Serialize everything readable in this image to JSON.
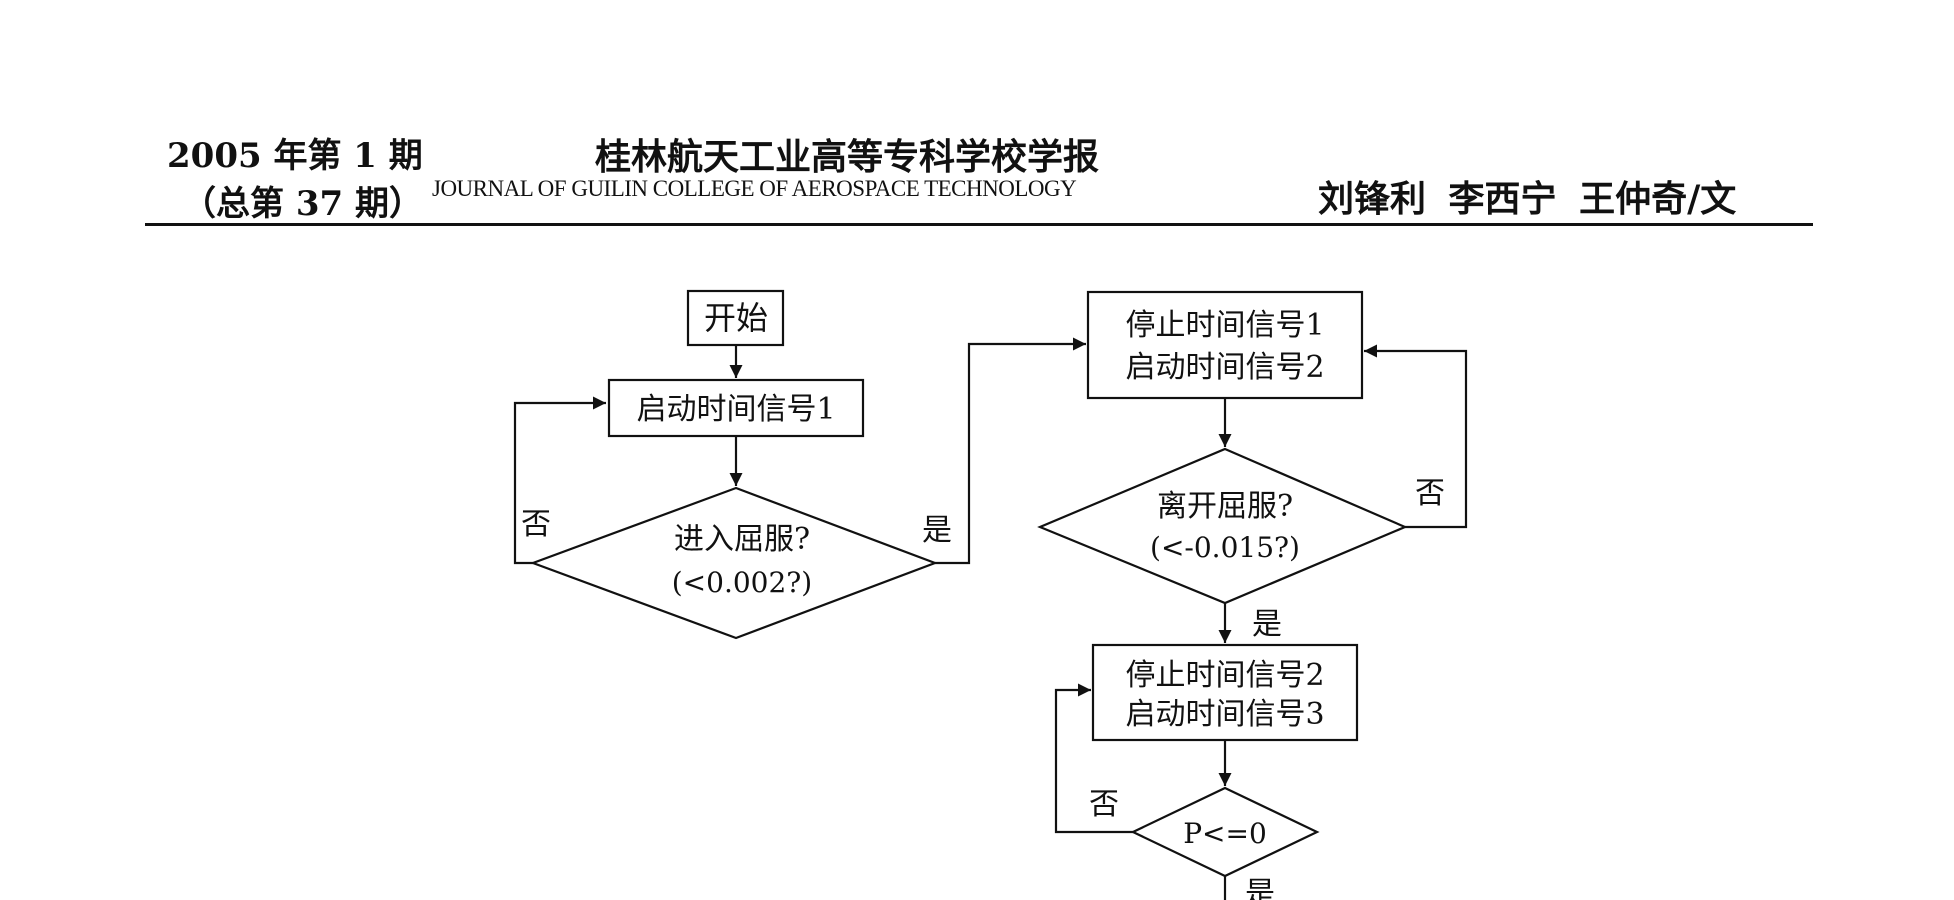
{
  "header": {
    "issue": "2005 年第 1 期",
    "total_issue": "（总第 37 期）",
    "journal_cn": "桂林航天工业高等专科学校学报",
    "journal_en": "JOURNAL OF GUILIN COLLEGE OF AEROSPACE TECHNOLOGY",
    "authors": "刘锋利   李西宁   王仲奇/文"
  },
  "flowchart": {
    "start": "开始",
    "start_signal_1": "启动时间信号1",
    "decision_yield": {
      "line1": "进入屈服?",
      "line2": "(<0.002?)"
    },
    "box2": {
      "line1": "停止时间信号1",
      "line2": "启动时间信号2"
    },
    "decision_leave": {
      "line1": "离开屈服?",
      "line2": "(<-0.015?)"
    },
    "box3": {
      "line1": "停止时间信号2",
      "line2": "启动时间信号3"
    },
    "decision_p": "P<=0",
    "yes": "是",
    "no": "否"
  }
}
